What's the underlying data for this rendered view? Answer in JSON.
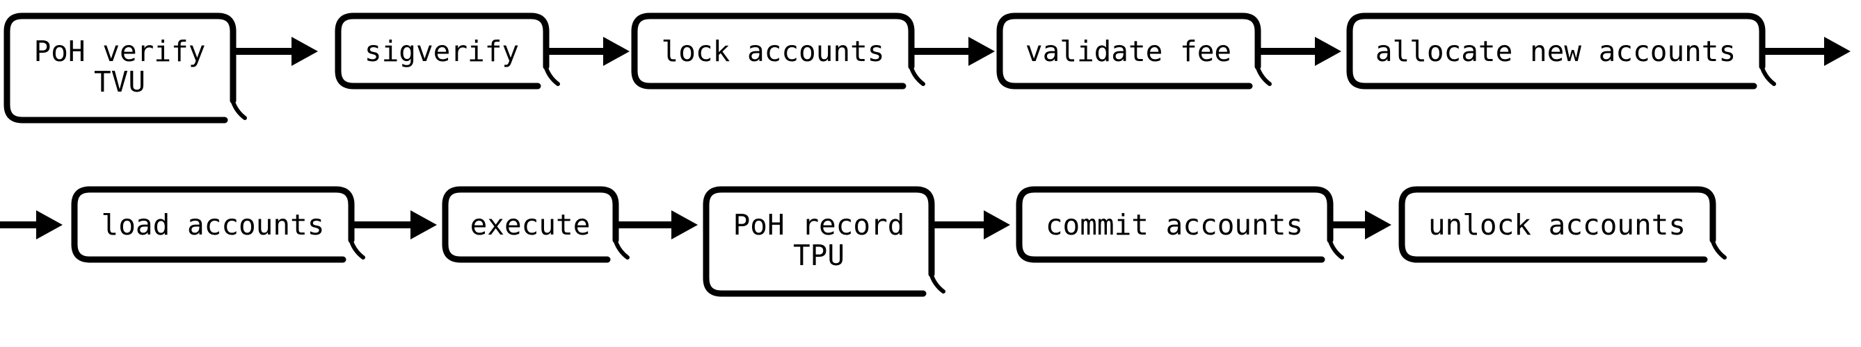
{
  "diagram": {
    "description": "transaction processing pipeline flowchart, two rows of rounded boxes connected by arrows",
    "colors": {
      "stroke": "#000000",
      "background": "#ffffff"
    },
    "nodes": {
      "poh_verify_tvu": {
        "line1": "PoH verify",
        "line2": "TVU"
      },
      "sigverify": {
        "label": "sigverify"
      },
      "lock_accounts": {
        "label": "lock accounts"
      },
      "validate_fee": {
        "label": "validate fee"
      },
      "allocate_new_accounts": {
        "label": "allocate new accounts"
      },
      "load_accounts": {
        "label": "load accounts"
      },
      "execute": {
        "label": "execute"
      },
      "poh_record_tpu": {
        "line1": "PoH record",
        "line2": "TPU"
      },
      "commit_accounts": {
        "label": "commit accounts"
      },
      "unlock_accounts": {
        "label": "unlock accounts"
      }
    },
    "edges": [
      {
        "from": "poh_verify_tvu",
        "to": "sigverify"
      },
      {
        "from": "sigverify",
        "to": "lock_accounts"
      },
      {
        "from": "lock_accounts",
        "to": "validate_fee"
      },
      {
        "from": "validate_fee",
        "to": "allocate_new_accounts"
      },
      {
        "from": "allocate_new_accounts",
        "to": "off-right-edge-continuation"
      },
      {
        "from": "off-left-edge-continuation",
        "to": "load_accounts"
      },
      {
        "from": "load_accounts",
        "to": "execute"
      },
      {
        "from": "execute",
        "to": "poh_record_tpu"
      },
      {
        "from": "poh_record_tpu",
        "to": "commit_accounts"
      },
      {
        "from": "commit_accounts",
        "to": "unlock_accounts"
      }
    ]
  }
}
